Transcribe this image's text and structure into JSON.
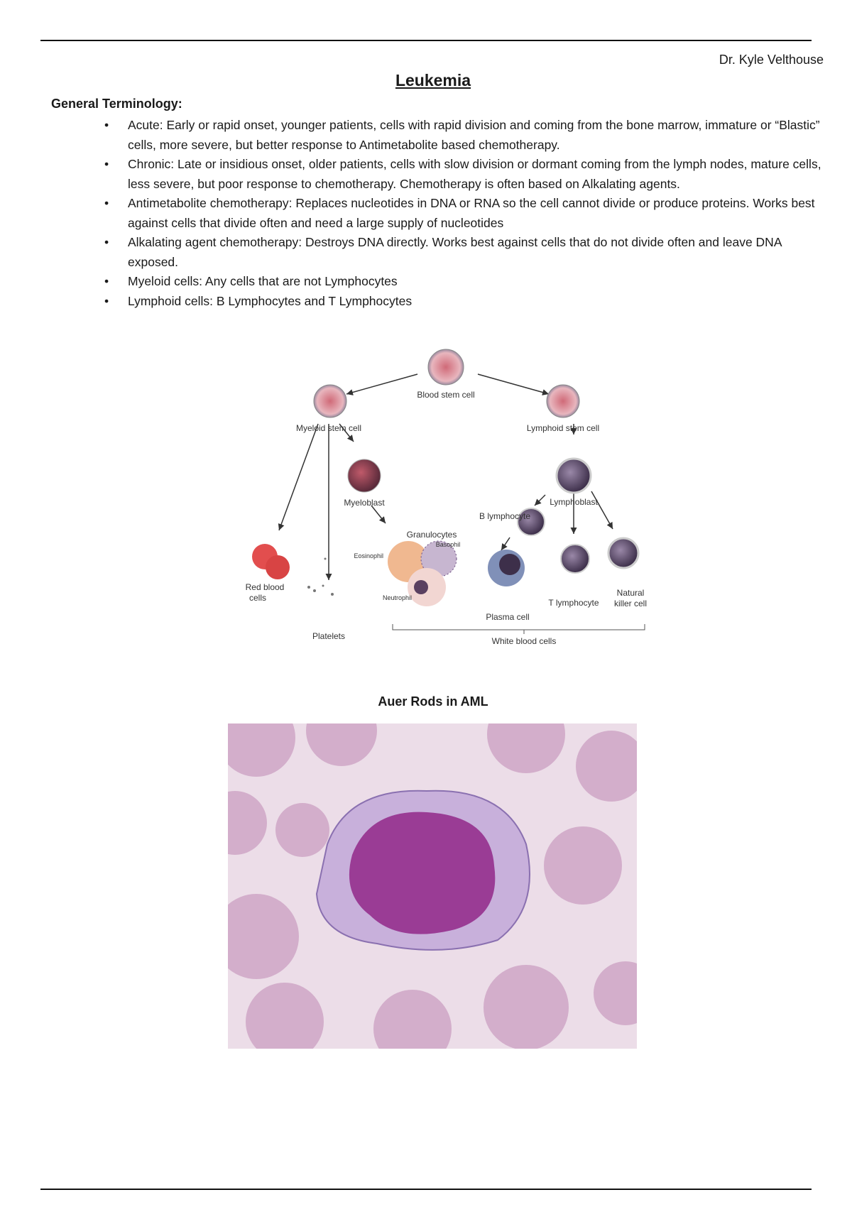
{
  "header": {
    "author": "Dr. Kyle Velthouse",
    "title": "Leukemia"
  },
  "section": {
    "heading": "General Terminology:",
    "bullets": [
      "Acute: Early or rapid onset, younger patients, cells with rapid division and coming from the bone marrow, immature or “Blastic” cells, more severe, but better response to Antimetabolite based chemotherapy.",
      "Chronic: Late or insidious onset, older patients, cells with slow division or dormant coming from the lymph nodes, mature cells, less severe, but poor response to chemotherapy.  Chemotherapy is often based on Alkalating agents.",
      "Antimetabolite chemotherapy: Replaces nucleotides in DNA or RNA so the cell cannot divide or produce proteins.  Works best against cells that divide often and need a large supply of nucleotides",
      "Alkalating agent chemotherapy: Destroys DNA directly.  Works best against cells that do not divide often and leave DNA exposed.",
      "Myeloid cells: Any cells that are not Lymphocytes",
      "Lymphoid cells: B Lymphocytes and T Lymphocytes"
    ]
  },
  "diagram": {
    "labels": {
      "blood_stem": "Blood stem cell",
      "myeloid_stem": "Myeloid stem cell",
      "lymphoid_stem": "Lymphoid stem cell",
      "myeloblast": "Myeloblast",
      "lymphoblast": "Lymphoblast",
      "b_lymph": "B lymphocyte",
      "granulocytes": "Granulocytes",
      "basophil": "Basophil",
      "eosinophil": "Eosinophil",
      "neutrophil": "Neutrophil",
      "rbc1": "Red blood",
      "rbc2": "cells",
      "platelets": "Platelets",
      "plasma": "Plasma cell",
      "t_lymph": "T lymphocyte",
      "nk1": "Natural",
      "nk2": "killer cell",
      "wbc": "White blood cells"
    }
  },
  "figure2": {
    "caption": "Auer Rods in AML"
  }
}
